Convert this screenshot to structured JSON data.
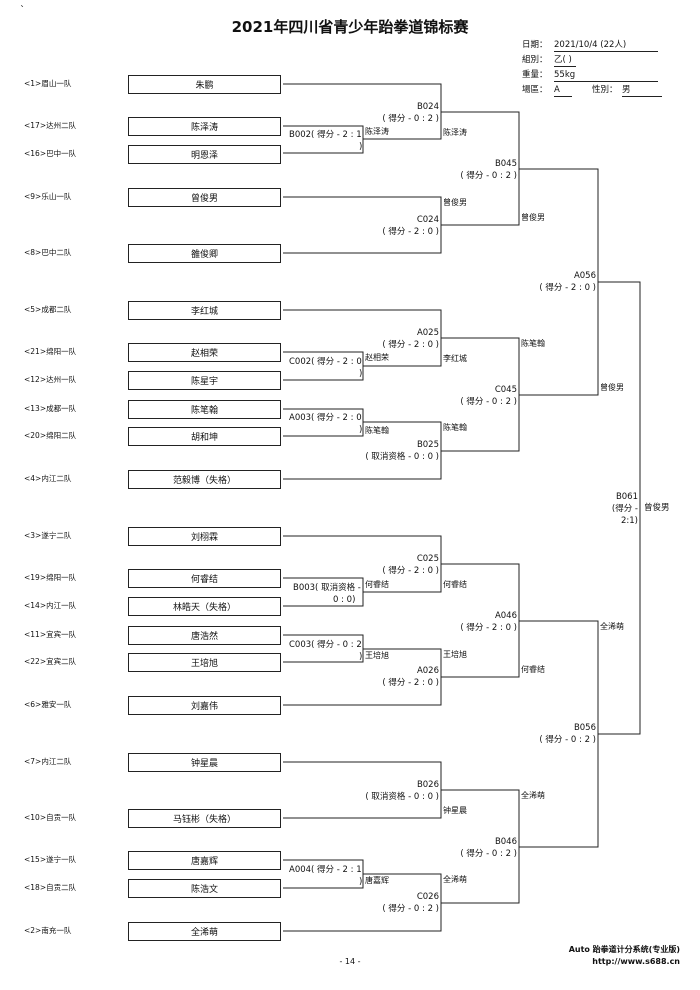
{
  "header": {
    "mark": "`",
    "title": "2021年四川省青少年跆拳道锦标赛",
    "info": [
      {
        "label": "日期：",
        "value": "2021/10/4  (22人)"
      },
      {
        "label": "組別：",
        "value": "乙(   )"
      },
      {
        "label": "重量：",
        "value": "55kg"
      },
      {
        "label": "場區：",
        "value": "A"
      }
    ],
    "gender_label": "性別：",
    "gender_value": "男"
  },
  "players": [
    {
      "team": "<1>眉山一队",
      "name": "朱鹏"
    },
    {
      "team": "<17>达州二队",
      "name": "陈泽涛"
    },
    {
      "team": "<16>巴中一队",
      "name": "明恩泽"
    },
    {
      "team": "<9>乐山一队",
      "name": "曾俊男"
    },
    {
      "team": "<8>巴中二队",
      "name": "雒俊卿"
    },
    {
      "team": "<5>成都二队",
      "name": "李红城"
    },
    {
      "team": "<21>绵阳一队",
      "name": "赵相荣"
    },
    {
      "team": "<12>达州一队",
      "name": "陈星宇"
    },
    {
      "team": "<13>成都一队",
      "name": "陈笔翰"
    },
    {
      "team": "<20>绵阳二队",
      "name": "胡和坤"
    },
    {
      "team": "<4>内江二队",
      "name": "范毅博（失格）"
    },
    {
      "team": "<3>遂宁二队",
      "name": "刘栩霖"
    },
    {
      "team": "<19>绵阳一队",
      "name": "何睿结"
    },
    {
      "team": "<14>内江一队",
      "name": "林皓天（失格）"
    },
    {
      "team": "<11>宜宾一队",
      "name": "唐浩然"
    },
    {
      "team": "<22>宜宾二队",
      "name": "王培旭"
    },
    {
      "team": "<6>雅安一队",
      "name": "刘嘉伟"
    },
    {
      "team": "<7>内江二队",
      "name": "钟星晨"
    },
    {
      "team": "<10>自贡一队",
      "name": "马钰彬（失格）"
    },
    {
      "team": "<15>遂宁一队",
      "name": "唐嘉辉"
    },
    {
      "team": "<18>自贡二队",
      "name": "陈浩文"
    },
    {
      "team": "<2>南充一队",
      "name": "全浠萌"
    }
  ],
  "round1": [
    {
      "l1": "B002(  得分 - 2 : 1",
      "l2": ")",
      "winner": "陈泽涛"
    },
    {
      "l1": "C002(  得分 - 2 : 0",
      "l2": ")",
      "winner": "赵相荣"
    },
    {
      "l1": "A003(  得分 - 2 : 0",
      "l2": ")",
      "winner": "陈笔翰"
    },
    {
      "l1": "B003(  取消资格 -",
      "l2": "0 : 0)",
      "winner": "何睿结"
    },
    {
      "l1": "C003(  得分 - 0 : 2",
      "l2": ")",
      "winner": "王培旭"
    },
    {
      "l1": "A004(  得分 - 2 : 1",
      "l2": ")",
      "winner": "唐嘉辉"
    }
  ],
  "round2": [
    {
      "code": "B024",
      "score": "(  得分 - 0 : 2  )",
      "winner": "陈泽涛"
    },
    {
      "code": "C024",
      "score": "(  得分 - 2 : 0  )",
      "winner": "曾俊男"
    },
    {
      "code": "A025",
      "score": "(  得分 - 2 : 0  )",
      "winner": "李红城"
    },
    {
      "code": "B025",
      "score": "(  取消资格 - 0 : 0  )",
      "winner": "陈笔翰"
    },
    {
      "code": "C025",
      "score": "(  得分 - 2 : 0  )",
      "winner": "何睿结"
    },
    {
      "code": "A026",
      "score": "(  得分 - 2 : 0  )",
      "winner": "王培旭"
    },
    {
      "code": "B026",
      "score": "(  取消资格 - 0 : 0  )",
      "winner": "钟星晨"
    },
    {
      "code": "C026",
      "score": "(  得分 - 0 : 2  )",
      "winner": "全浠萌"
    }
  ],
  "round3": [
    {
      "code": "B045",
      "score": "(  得分 - 0 : 2  )",
      "winner": "曾俊男"
    },
    {
      "code": "C045",
      "score": "(  得分 - 0 : 2  )",
      "winner": "陈笔翰"
    },
    {
      "code": "A046",
      "score": "(  得分 - 2 : 0  )",
      "winner": "何睿结"
    },
    {
      "code": "B046",
      "score": "(  得分 - 0 : 2  )",
      "winner": "全浠萌"
    }
  ],
  "round4": [
    {
      "code": "A056",
      "score": "(  得分 - 2 : 0  )",
      "winner": "曾俊男"
    },
    {
      "code": "B056",
      "score": "(  得分 - 0 : 2  )",
      "winner": "全浠萌"
    }
  ],
  "final": {
    "code": "B061",
    "score1": "(得分 -",
    "score2": "2:1)",
    "winner": "曾俊男"
  },
  "footer": {
    "software": "Auto 跆拳道计分系统(专业版)",
    "url": "http://www.s688.cn",
    "page": "- 14 -"
  }
}
